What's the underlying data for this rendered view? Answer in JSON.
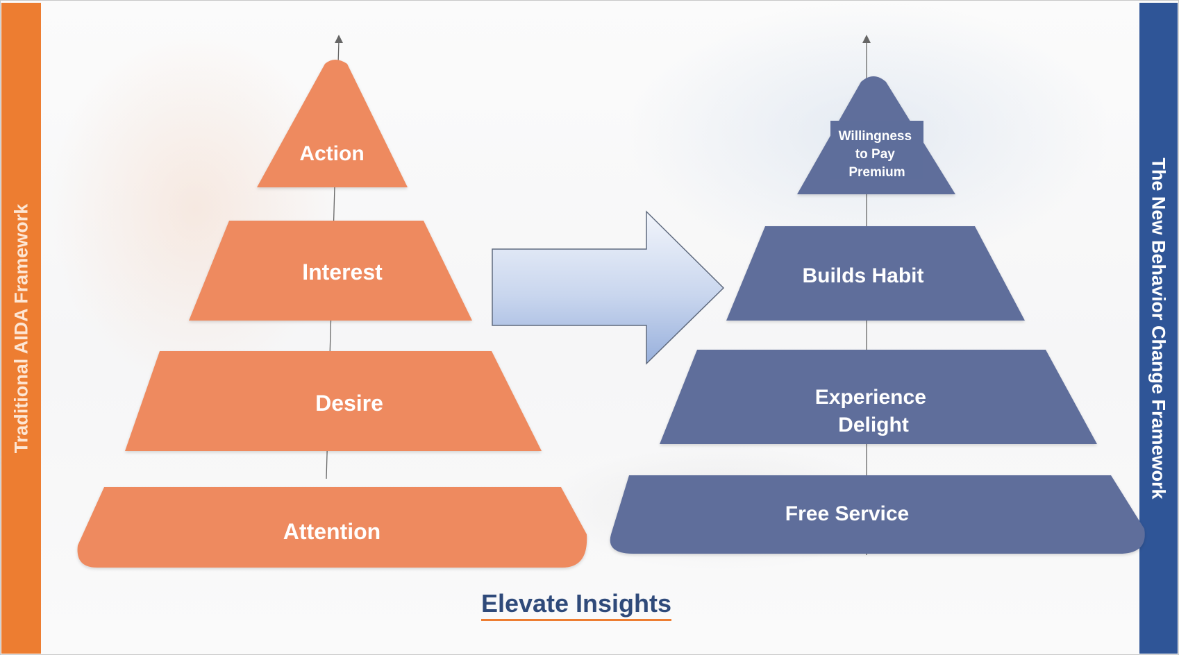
{
  "left_framework": {
    "title": "Traditional AIDA Framework",
    "color": "#ed7d31",
    "levels": [
      "Action",
      "Interest",
      "Desire",
      "Attention"
    ]
  },
  "right_framework": {
    "title": "The New Behavior Change Framework",
    "color": "#2f5597",
    "levels": [
      "Willingness to Pay Premium",
      "Builds Habit",
      "Experience Delight",
      "Free Service"
    ]
  },
  "brand": {
    "name": "Elevate Insights"
  },
  "colors": {
    "orange": "#ed7d31",
    "orange_tier": "#ee8a5e",
    "blue": "#2f5597",
    "blue_tier": "#5e6e9b",
    "arrow": "#b4c7e7"
  }
}
